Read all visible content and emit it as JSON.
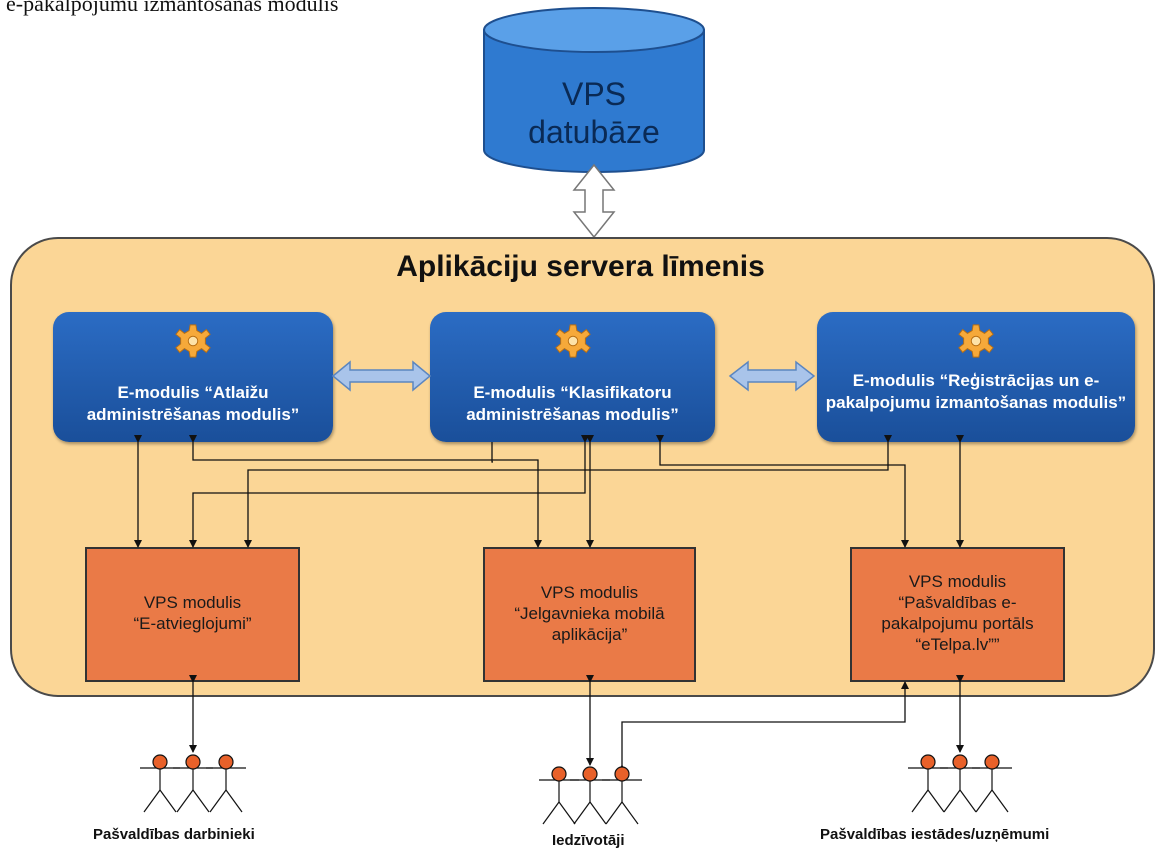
{
  "header": {
    "text": "e-pakalpojumu izmantošanas modulis"
  },
  "database": {
    "line1": "VPS",
    "line2": "datubāze"
  },
  "server": {
    "title": "Aplikāciju servera līmenis"
  },
  "emodules": [
    {
      "text": "E-modulis “Atlaižu administrēšanas modulis”"
    },
    {
      "text": "E-modulis “Klasifikatoru administrēšanas modulis”"
    },
    {
      "text": "E-modulis “Reģistrācijas un e-pakalpojumu izmantošanas modulis”"
    }
  ],
  "vps_modules": [
    {
      "text": "VPS modulis\n“E-atvieglojumi”"
    },
    {
      "text": "VPS modulis\n“Jelgavnieka mobilā\naplikācija”"
    },
    {
      "text": "VPS modulis\n“Pašvaldības e-\npakalpojumu portāls\n“eTelpa.lv””"
    }
  ],
  "user_groups": [
    {
      "label": "Pašvaldības darbinieki"
    },
    {
      "label": "Iedzīvotāji"
    },
    {
      "label": "Pašvaldības iestādes/uzņēmumi"
    }
  ],
  "colors": {
    "database": "#2f7ad0",
    "server_background": "#fbd696",
    "emodule": "#1f5aa8",
    "vps_module": "#ea7a47",
    "person_head": "#e8612a",
    "connector_arrow": "#a9c4ea"
  },
  "icons": [
    "gear-icon",
    "person-icon"
  ]
}
